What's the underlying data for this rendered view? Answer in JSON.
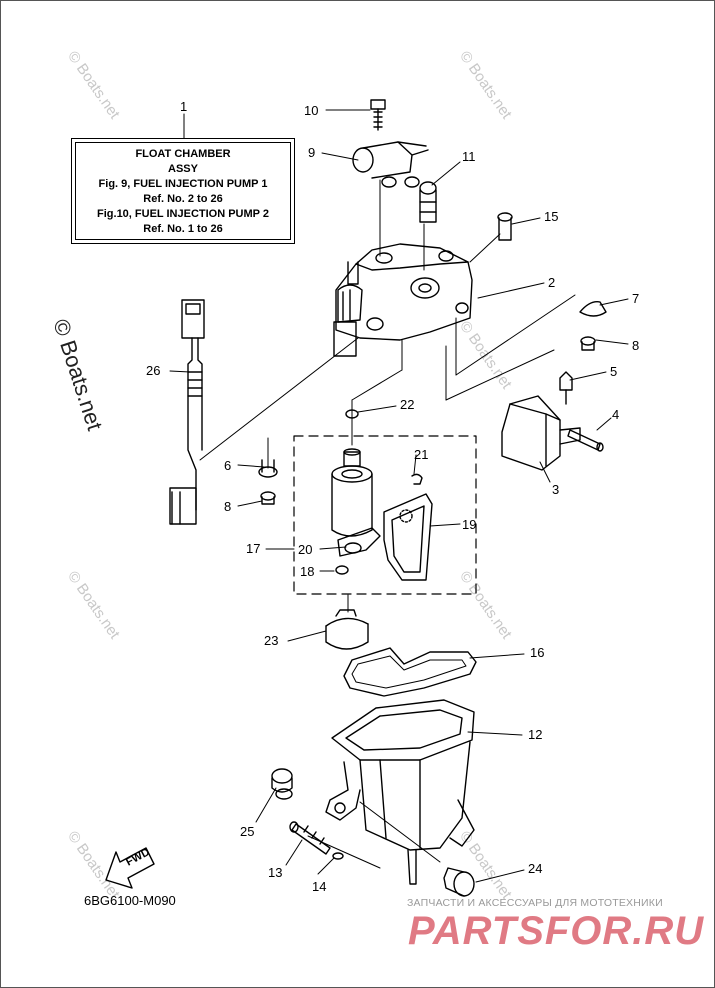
{
  "note": {
    "title_line1": "FLOAT CHAMBER",
    "title_line2": "ASSY",
    "fig1": "Fig. 9, FUEL INJECTION PUMP 1",
    "ref1": "Ref. No. 2 to 26",
    "fig2": "Fig.10, FUEL INJECTION PUMP 2",
    "ref2": "Ref. No. 1 to 26"
  },
  "callouts": {
    "c1": "1",
    "c2": "2",
    "c3": "3",
    "c4": "4",
    "c5": "5",
    "c6": "6",
    "c7": "7",
    "c8a": "8",
    "c8b": "8",
    "c9": "9",
    "c10": "10",
    "c11": "11",
    "c12": "12",
    "c13": "13",
    "c14": "14",
    "c15": "15",
    "c16": "16",
    "c17": "17",
    "c18": "18",
    "c19": "19",
    "c20": "20",
    "c21": "21",
    "c22": "22",
    "c23": "23",
    "c24": "24",
    "c25": "25",
    "c26": "26"
  },
  "fwd_label": "FWD",
  "part_code": "6BG6100-M090",
  "watermark": "© Boats.net",
  "copyright": "© Boats.net",
  "shop": {
    "tagline": "ЗАПЧАСТИ И АКСЕССУАРЫ ДЛЯ МОТОТЕХНИКИ",
    "logo": "PARTSFOR.RU"
  },
  "colors": {
    "line": "#000000",
    "watermark": "#c8c8c8",
    "logo": "#e07a84"
  }
}
